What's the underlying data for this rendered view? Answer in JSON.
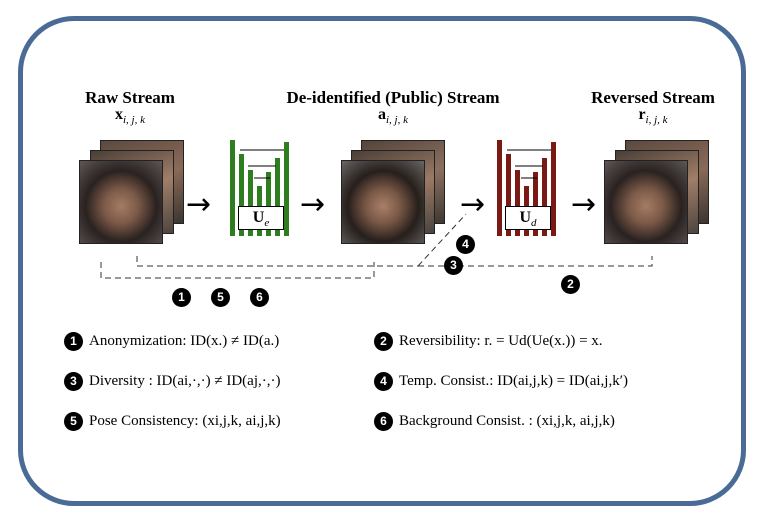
{
  "streams": {
    "raw": {
      "title": "Raw Stream",
      "symbol": "x",
      "subscript": "i, j, k"
    },
    "public": {
      "title": "De-identified (Public) Stream",
      "symbol": "a",
      "subscript": "i, j, k"
    },
    "reversed": {
      "title": "Reversed Stream",
      "symbol": "r",
      "subscript": "i, j, k"
    }
  },
  "encoder": {
    "label": "U",
    "subscript": "e",
    "color": "#2e7d1e"
  },
  "decoder": {
    "label": "U",
    "subscript": "d",
    "color": "#7a1a14"
  },
  "badges": {
    "b1": "1",
    "b2": "2",
    "b3": "3",
    "b4": "4",
    "b5": "5",
    "b6": "6"
  },
  "legend": [
    {
      "num": "1",
      "text": "Anonymization: ID(x.) ≠ ID(a.)"
    },
    {
      "num": "2",
      "text": "Reversibility: r. = Ud(Ue(x.)) = x."
    },
    {
      "num": "3",
      "text": "Diversity : ID(ai,·,·) ≠ ID(aj,·,·)"
    },
    {
      "num": "4",
      "text": "Temp. Consist.: ID(ai,j,k) = ID(ai,j,k′)"
    },
    {
      "num": "5",
      "text": "Pose Consistency: (xi,j,k, ai,j,k)"
    },
    {
      "num": "6",
      "text": "Background Consist. : (xi,j,k, ai,j,k)"
    }
  ],
  "colors": {
    "frame": "#4a6b95",
    "encoder": "#2e7d1e",
    "decoder": "#7a1a14"
  }
}
